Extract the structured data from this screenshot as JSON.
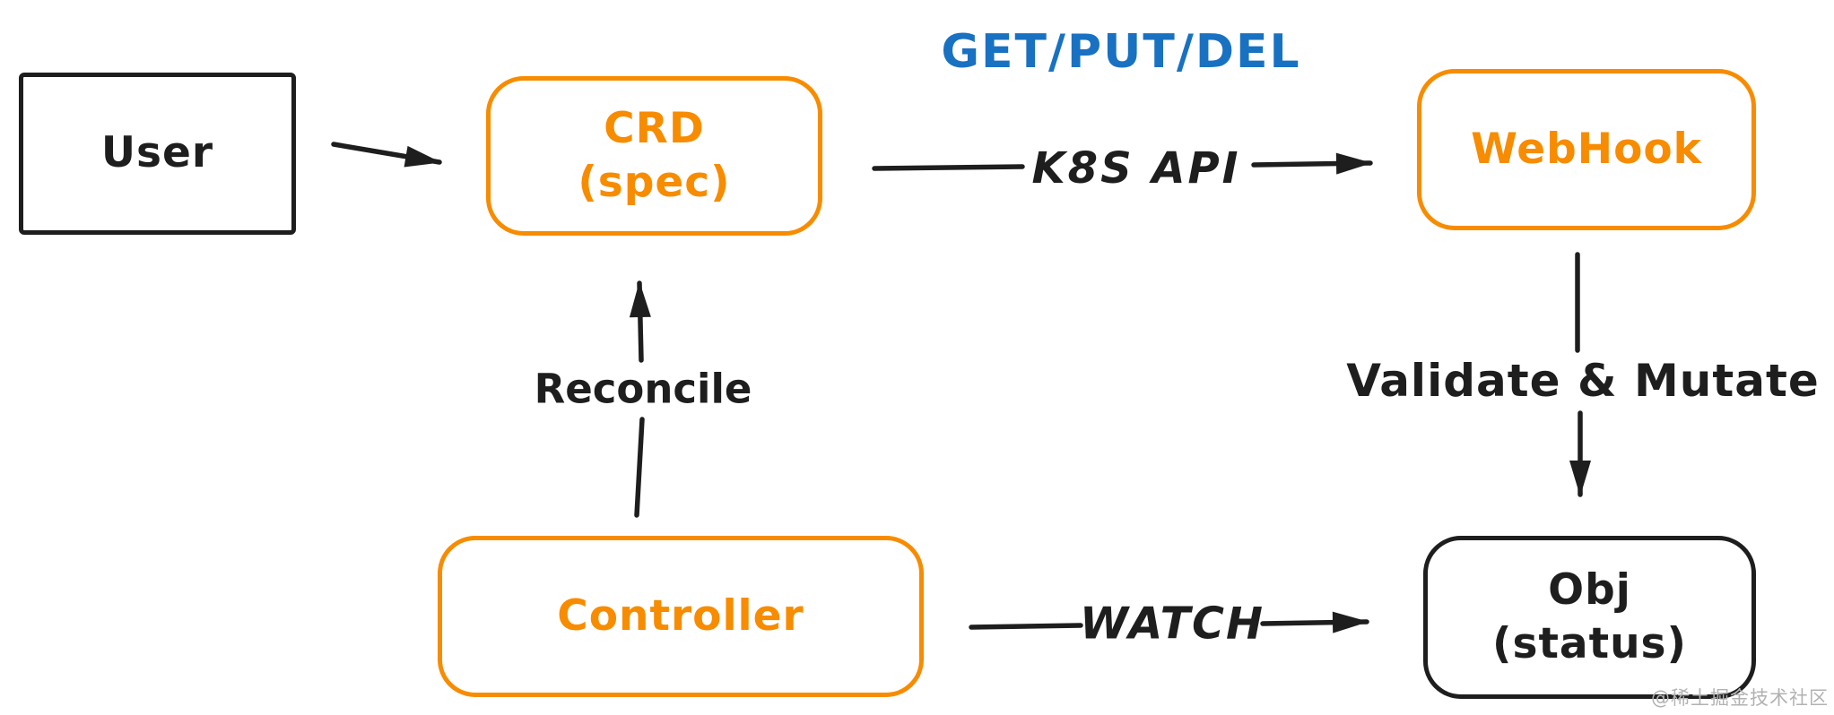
{
  "colors": {
    "ink": "#1e1e1e",
    "node_accent_orange": "#f78c00",
    "annotation_blue": "#1971c2",
    "watermark_gray": "#b2b2b2",
    "background": "#ffffff"
  },
  "nodes": {
    "user": {
      "label": "User"
    },
    "crd": {
      "label": "CRD",
      "sublabel": "(spec)"
    },
    "webhook": {
      "label": "WebHook"
    },
    "controller": {
      "label": "Controller"
    },
    "obj": {
      "label": "Obj",
      "sublabel": "(status)"
    }
  },
  "edge_labels": {
    "rest_verbs": "GET/PUT/DEL",
    "k8s_api": "K8S API",
    "reconcile": "Reconcile",
    "validate_mutate": "Validate & Mutate",
    "watch": "WATCH"
  },
  "edges": [
    {
      "from": "user",
      "to": "crd",
      "label": ""
    },
    {
      "from": "crd",
      "to": "webhook",
      "label": "K8S API",
      "annotation": "GET/PUT/DEL"
    },
    {
      "from": "webhook",
      "to": "obj",
      "label": "Validate & Mutate"
    },
    {
      "from": "controller",
      "to": "crd",
      "label": "Reconcile"
    },
    {
      "from": "controller",
      "to": "obj",
      "label": "WATCH"
    }
  ],
  "watermark": "@稀土掘金技术社区"
}
